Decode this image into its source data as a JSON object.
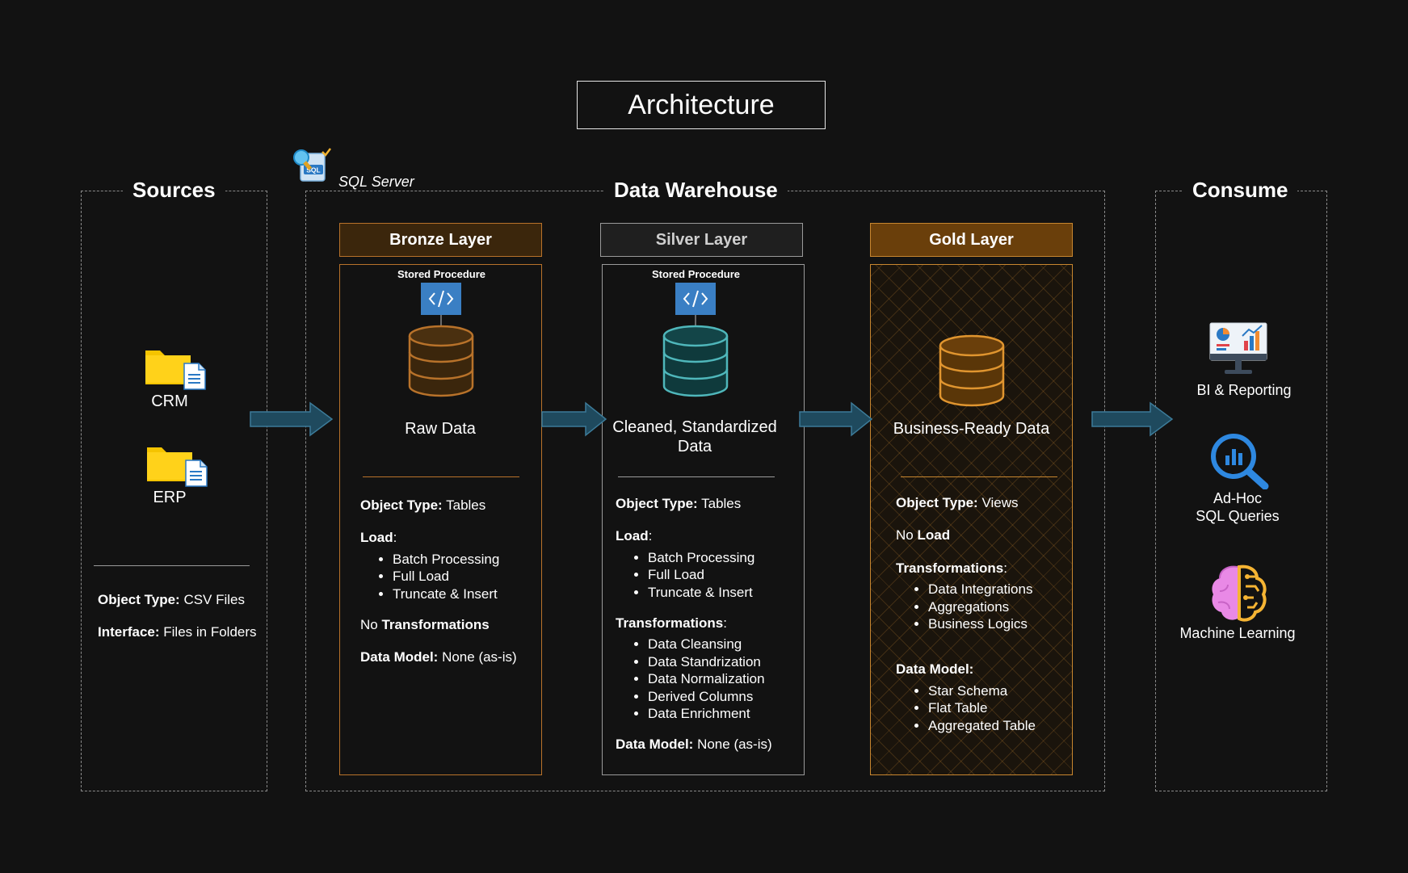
{
  "title": "Architecture",
  "sql_server_label": "SQL Server",
  "sources": {
    "title": "Sources",
    "items": [
      "CRM",
      "ERP"
    ],
    "object_type_key": "Object Type:",
    "object_type_val": "CSV Files",
    "interface_key": "Interface:",
    "interface_val": "Files in Folders"
  },
  "warehouse": {
    "title": "Data Warehouse",
    "bronze": {
      "name": "Bronze Layer",
      "stored_procedure": "Stored Procedure",
      "description": "Raw Data",
      "object_type_key": "Object Type:",
      "object_type_val": "Tables",
      "load_key": "Load",
      "load_items": [
        "Batch Processing",
        "Full Load",
        "Truncate & Insert"
      ],
      "no_label": "No",
      "transform_key": "Transformations",
      "data_model_key": "Data Model:",
      "data_model_val": "None (as-is)"
    },
    "silver": {
      "name": "Silver Layer",
      "stored_procedure": "Stored Procedure",
      "description_line1": "Cleaned, Standardized",
      "description_line2": "Data",
      "object_type_key": "Object Type:",
      "object_type_val": "Tables",
      "load_key": "Load",
      "load_items": [
        "Batch Processing",
        "Full Load",
        "Truncate & Insert"
      ],
      "transform_key": "Transformations",
      "transform_items": [
        "Data Cleansing",
        "Data Standrization",
        "Data Normalization",
        "Derived Columns",
        "Data Enrichment"
      ],
      "data_model_key": "Data Model:",
      "data_model_val": "None (as-is)"
    },
    "gold": {
      "name": "Gold Layer",
      "description": "Business-Ready Data",
      "object_type_key": "Object Type:",
      "object_type_val": "Views",
      "no_label": "No",
      "load_key": "Load",
      "transform_key": "Transformations",
      "transform_items": [
        "Data Integrations",
        "Aggregations",
        "Business Logics"
      ],
      "data_model_key": "Data Model:",
      "data_model_items": [
        "Star Schema",
        "Flat Table",
        "Aggregated Table"
      ]
    }
  },
  "consume": {
    "title": "Consume",
    "bi": "BI & Reporting",
    "adhoc_line1": "Ad-Hoc",
    "adhoc_line2": "SQL Queries",
    "ml": "Machine Learning"
  },
  "colors": {
    "background": "#121212",
    "bronze": "#b8722a",
    "silver": "#9a9a9a",
    "gold": "#c8862f",
    "arrow": "#1f4a5e",
    "code_icon": "#3a7fc4",
    "folder": "#f5c400"
  }
}
